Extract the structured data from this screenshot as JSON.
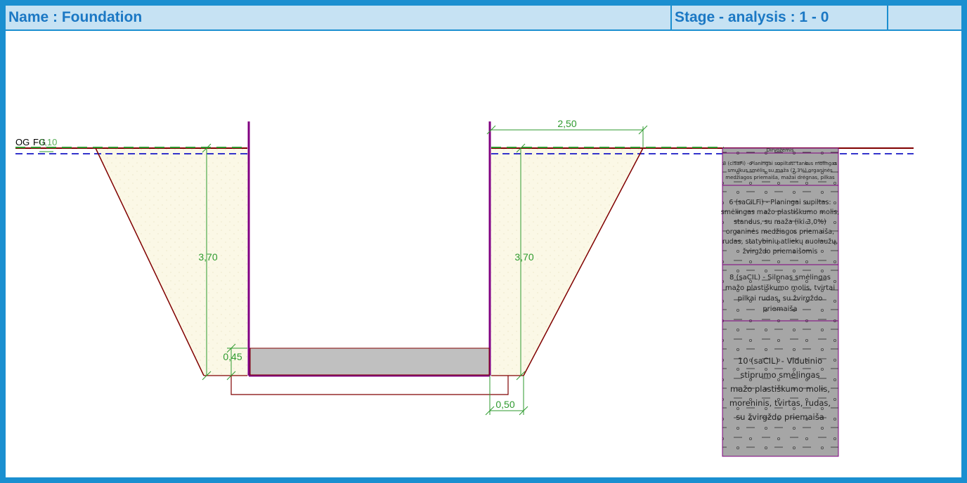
{
  "header": {
    "name": "Name : Foundation",
    "stage": "Stage - analysis : 1 - 0"
  },
  "terrain": {
    "og_label": "OG",
    "fg_label": "FG",
    "gwt_value": "0,10"
  },
  "dimensions": {
    "top_width": "2,50",
    "depth_left": "3,70",
    "depth_right": "3,70",
    "footing_thickness": "0,45",
    "footing_offset": "0,50"
  },
  "profile": {
    "layers": [
      {
        "lines": [
          "Dirvožemis"
        ]
      },
      {
        "lines": [
          "3 (clSaFi) - Planingai supiltas: tankus molingas",
          "smulkus smėlis, su maža (2,3%) organinės",
          "medžiagos priemaiša, mažai drėgnas, pilkas"
        ]
      },
      {
        "lines": [
          "6 (saCILFi) - Planingai supiltas:",
          "smėlingas mažo plastiškumo molis,",
          "standus, su maža (iki 3,0%)",
          "organinės medžiagos priemaiša,",
          "rudas, statybinių atliekų nuolaužų,",
          "žvirgždo priemaišomis"
        ]
      },
      {
        "lines": [
          "8 (saCIL) - Silpnas smėlingas",
          "mažo plastiškumo molis, tvirtai",
          "pilkai rudas, su žvirgždo",
          "priemaiša"
        ]
      },
      {
        "lines": [
          "10 (saCIL) - Vidutinio",
          "stiprumo smėlingas",
          "mažo plastiškumo molis,",
          "moreninis, tvirtas, rudas,",
          "su žvirgždo priemaiša"
        ]
      }
    ]
  },
  "colors": {
    "frame": "#1b8fd0",
    "header_bg": "#c6e2f3",
    "header_text": "#1b78c4",
    "dimension": "#2e9a2e",
    "backfill": "#fbf8e6",
    "sheeting": "#800080",
    "profile_bg": "#a6a6a6",
    "footing": "#c0c0c0",
    "terrain_line": "#800000",
    "water_line": "#3333cc",
    "slope_line": "#800000"
  }
}
